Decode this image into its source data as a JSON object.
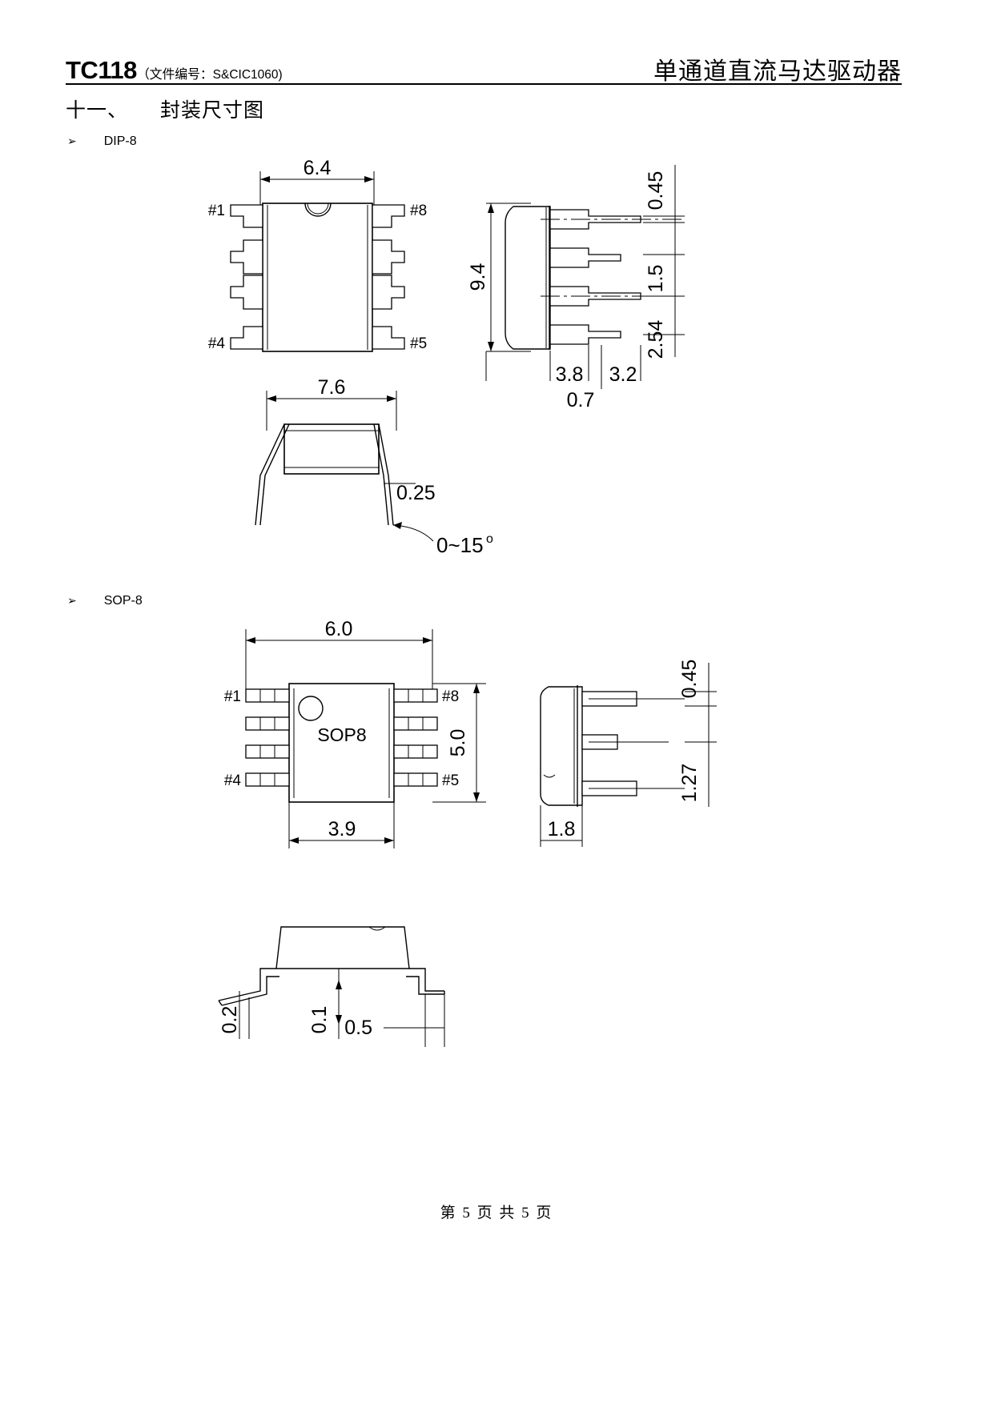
{
  "header": {
    "part_number": "TC118",
    "doc_label": "（文件编号：",
    "doc_number": "S&CIC1060)",
    "title_right": "单通道直流马达驱动器"
  },
  "section": {
    "number": "十一、",
    "title": "封装尺寸图"
  },
  "packages": [
    {
      "bullet": "➢",
      "name": "DIP-8",
      "views": {
        "top": {
          "width_dim": "6.4",
          "pin_labels": {
            "p1": "#1",
            "p4": "#4",
            "p5": "#5",
            "p8": "#8"
          }
        },
        "side": {
          "height_dim": "9.4",
          "lead_thickness": "0.45",
          "seating_height": "1.5",
          "pitch": "2.54",
          "body_width": "3.8",
          "lead_span": "3.2",
          "lead_width": "0.7"
        },
        "front": {
          "span_dim": "7.6",
          "lead_thickness": "0.25",
          "lead_angle": "0~15",
          "lead_angle_unit": "o"
        }
      }
    },
    {
      "bullet": "➢",
      "name": "SOP-8",
      "views": {
        "top": {
          "width_dim": "6.0",
          "height_dim": "5.0",
          "body_width_dim": "3.9",
          "marking": "SOP8",
          "pin_labels": {
            "p1": "#1",
            "p4": "#4",
            "p5": "#5",
            "p8": "#8"
          }
        },
        "side": {
          "body_width": "1.8",
          "lead_thickness": "0.45",
          "pitch": "1.27"
        },
        "front": {
          "standoff": "0.2",
          "lead_thickness": "0.1",
          "lead_foot": "0.5"
        }
      }
    }
  ],
  "footer": {
    "text": "第 5 页 共 5 页"
  }
}
